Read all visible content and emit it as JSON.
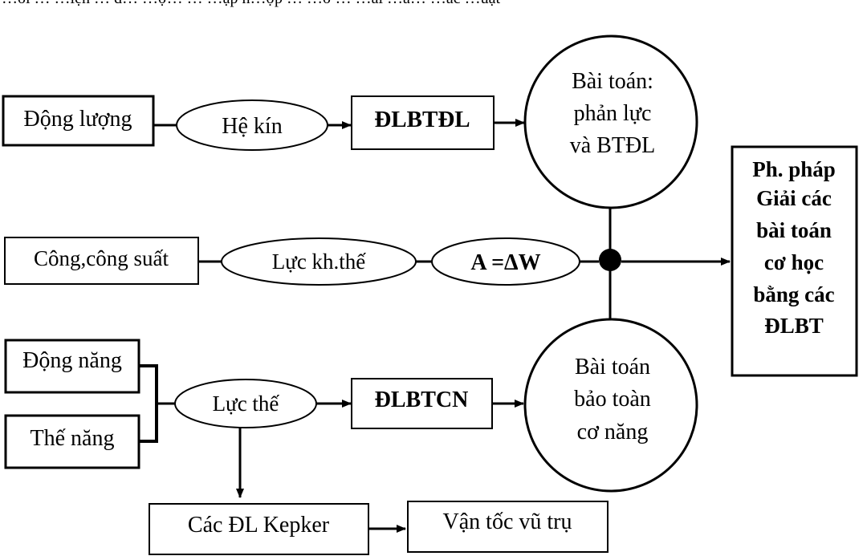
{
  "top_cut_text": "…ối … …iện … đ… …ợ… … …ập h…ợp … …ờ … …ải …à… …ác …uật",
  "rows": {
    "momentum": {
      "source": "Động lượng",
      "condition": "Hệ kín",
      "law": "ĐLBTĐL",
      "problem": [
        "Bài toán:",
        "phản lực",
        "và BTĐL"
      ]
    },
    "work": {
      "source": "Công,công suất",
      "condition": "Lực kh.thế",
      "law": "A =ΔW"
    },
    "energy": {
      "sources": [
        "Động năng",
        "Thế năng"
      ],
      "condition": "Lực thế",
      "law": "ĐLBTCN",
      "problem": [
        "Bài toán",
        "bảo toàn",
        "cơ năng"
      ]
    },
    "kepler": {
      "law": "Các ĐL Kepker",
      "result": "Vận tốc vũ trụ"
    }
  },
  "method": [
    "Ph. pháp",
    "Giải các",
    "bài toán",
    "cơ học",
    "bằng các",
    "ĐLBT"
  ]
}
